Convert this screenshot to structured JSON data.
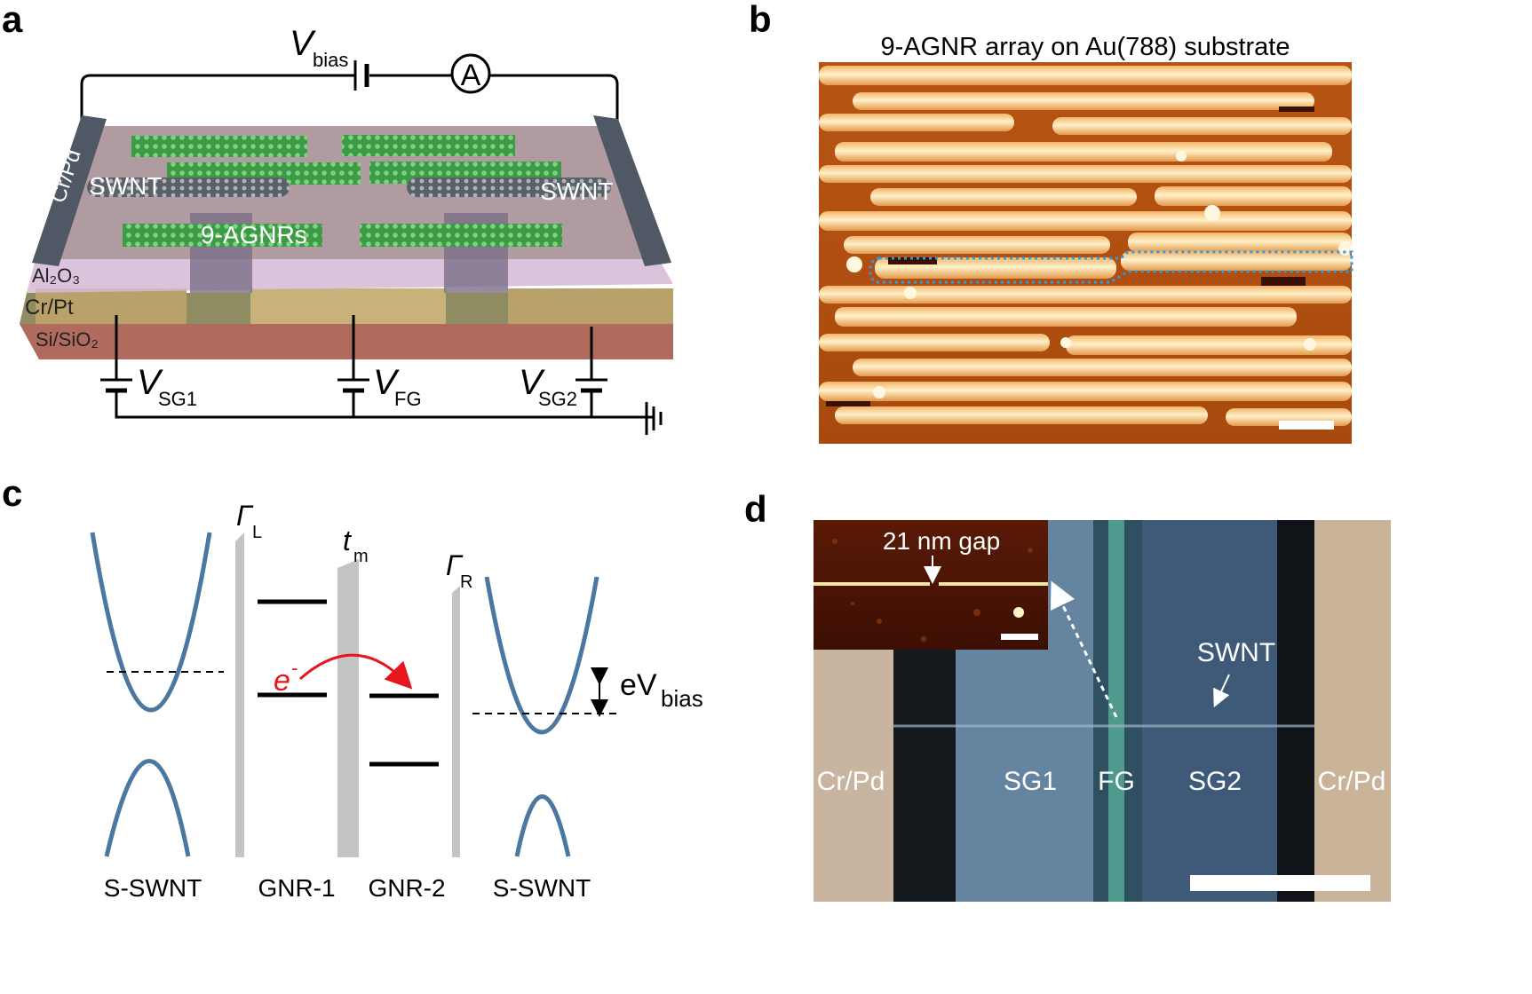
{
  "panels": {
    "a": {
      "letter": "a",
      "vbias": "V",
      "vbias_sub": "bias",
      "ammeter": "A",
      "swnt_left": "SWNT",
      "swnt_right": "SWNT",
      "crpd": "Cr/Pd",
      "agnr": "9-AGNRs",
      "al2o3": "Al₂O₃",
      "crpt": "Cr/Pt",
      "sisio2": "Si/SiO₂",
      "vsg1": "V",
      "vsg1_sub": "SG1",
      "vfg": "V",
      "vfg_sub": "FG",
      "vsg2": "V",
      "vsg2_sub": "SG2"
    },
    "b": {
      "letter": "b",
      "title": "9-AGNR array on Au(788) substrate"
    },
    "c": {
      "letter": "c",
      "gamma_l": "Γ",
      "gamma_l_sub": "L",
      "tm": "t",
      "tm_sub": "m",
      "gamma_r": "Γ",
      "gamma_r_sub": "R",
      "electron": "e",
      "electron_sup": "-",
      "ebias": "eV",
      "ebias_sub": "bias",
      "labels": [
        "S-SWNT",
        "GNR-1",
        "GNR-2",
        "S-SWNT"
      ]
    },
    "d": {
      "letter": "d",
      "inset_label": "21 nm gap",
      "swnt": "SWNT",
      "labels": [
        "Cr/Pd",
        "SG1",
        "FG",
        "SG2",
        "Cr/Pd"
      ]
    }
  },
  "colors": {
    "band": "#4a78a0",
    "barrier": "#c4c4c4",
    "arrow": "#e8141e",
    "afm_dark": "#3a1004",
    "afm_light": "#ffe9b8",
    "dotted_outline": "#2f9be0"
  }
}
